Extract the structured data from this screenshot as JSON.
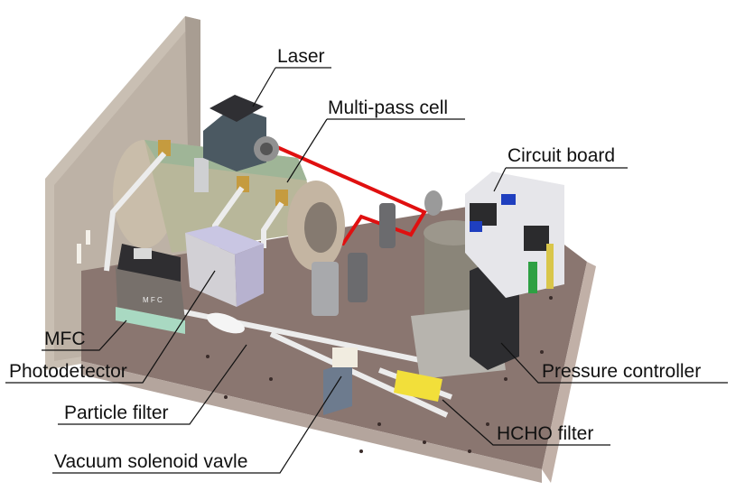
{
  "figure": {
    "subject": "Gas analyzer instrument layout (3D rendering)",
    "labels": {
      "laser": "Laser",
      "multipass_cell": "Multi-pass cell",
      "circuit_board": "Circuit board",
      "mfc": "MFC",
      "photodetector": "Photodetector",
      "particle_filter": "Particle filter",
      "vacuum_solenoid_valve": "Vacuum solenoid vavle",
      "pressure_controller": "Pressure controller",
      "hcho_filter": "HCHO filter"
    },
    "mfc_text": "M F C",
    "colors": {
      "base_plate": "#8a7670",
      "enclosure": "#c9bfb3",
      "laser_beam": "#e01010",
      "cell_body": "#b8b79a",
      "cell_top": "#9fb597",
      "photodetector": "#c9c6e3",
      "hcho_filter": "#f2df3a",
      "mfc_base": "#a9d9c2",
      "leader_line": "#111111"
    }
  }
}
